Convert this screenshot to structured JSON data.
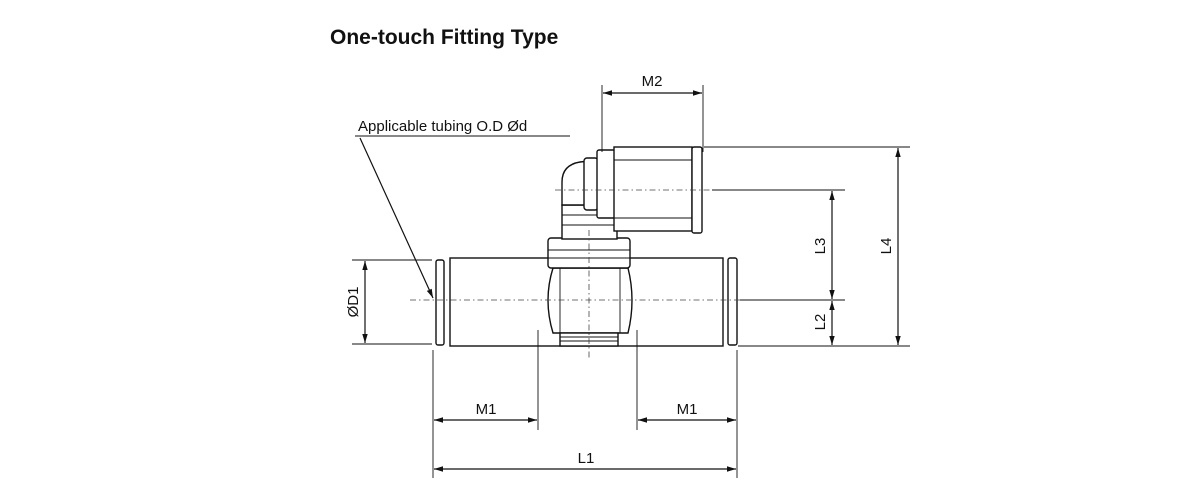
{
  "title": "One-touch Fitting Type",
  "callout": {
    "tubing": "Applicable tubing O.D Ød"
  },
  "dimensions": {
    "m2": "M2",
    "m1_left": "M1",
    "m1_right": "M1",
    "l1": "L1",
    "l2": "L2",
    "l3": "L3",
    "l4": "L4",
    "d1": "ØD1"
  }
}
